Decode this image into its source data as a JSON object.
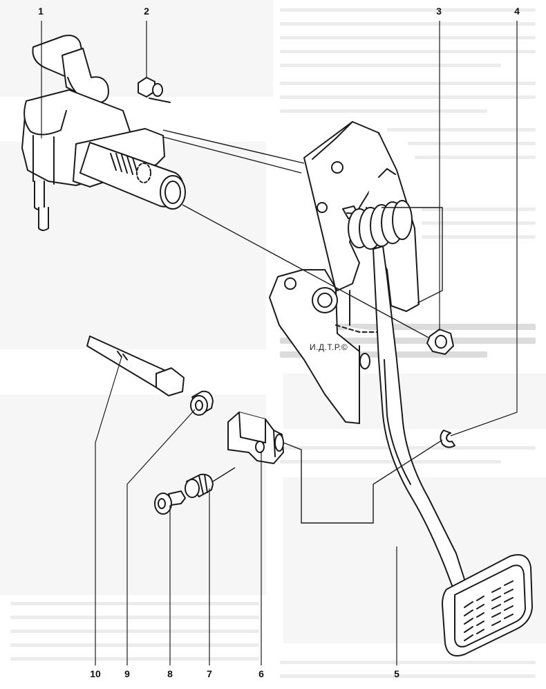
{
  "diagram": {
    "callouts": [
      {
        "id": "1",
        "label": "1",
        "part": "clutch-master-cylinder"
      },
      {
        "id": "2",
        "label": "2",
        "part": "nut"
      },
      {
        "id": "3",
        "label": "3",
        "part": "nut"
      },
      {
        "id": "4",
        "label": "4",
        "part": "retaining-clip"
      },
      {
        "id": "5",
        "label": "5",
        "part": "clutch-pedal"
      },
      {
        "id": "6",
        "label": "6",
        "part": "pushrod-fork"
      },
      {
        "id": "7",
        "label": "7",
        "part": "bushing"
      },
      {
        "id": "8",
        "label": "8",
        "part": "pin"
      },
      {
        "id": "9",
        "label": "9",
        "part": "bushing"
      },
      {
        "id": "10",
        "label": "10",
        "part": "bolt"
      }
    ],
    "watermark": "И.Д.Т.Р.©"
  }
}
